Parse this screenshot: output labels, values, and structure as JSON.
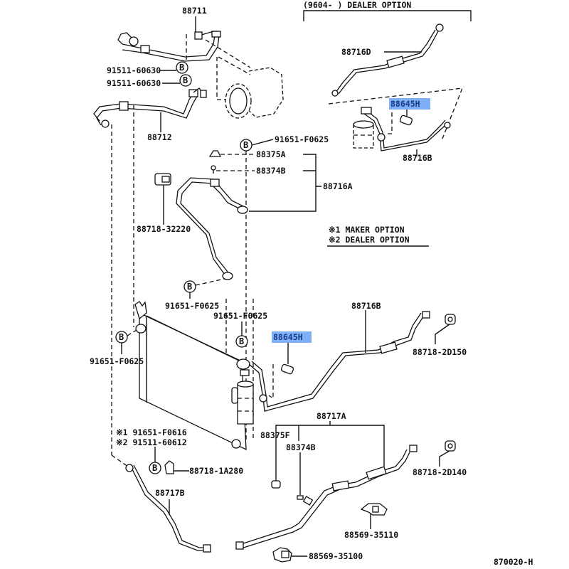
{
  "diagram": {
    "title_code": "870020-H",
    "dealer_option_header": "(9604-     ) DEALER OPTION",
    "legend": {
      "item1": "※1 MAKER OPTION",
      "item2": "※2 DEALER OPTION"
    },
    "bolt_symbol": "B",
    "highlight_color": "#7fb0f5",
    "labels": {
      "p88711": "88711",
      "p91511_a": "91511-60630",
      "p91511_b": "91511-60630",
      "p88712": "88712",
      "p88716D": "88716D",
      "p88645H_top": "88645H",
      "p88716B_top": "88716B",
      "p91651_top": "91651-F0625",
      "p88375A": "88375A",
      "p88374B_top": "88374B",
      "p88716A": "88716A",
      "p88718_32220": "88718-32220",
      "p91651_mid": "91651-F0625",
      "p91651_mid2": "91651-F0625",
      "p91651_left": "91651-F0625",
      "p88645H_mid": "88645H",
      "p88716B_mid": "88716B",
      "p88718_2D150": "88718-2D150",
      "p91651_F0616": "※1 91651-F0616",
      "p91511_60612": "※2 91511-60612",
      "p88718_1A280": "88718-1A280",
      "p88717B": "88717B",
      "p88717A": "88717A",
      "p88375F": "88375F",
      "p88374B_bot": "88374B",
      "p88718_2D140": "88718-2D140",
      "p88569_35110": "88569-35110",
      "p88569_35100": "88569-35100"
    }
  }
}
